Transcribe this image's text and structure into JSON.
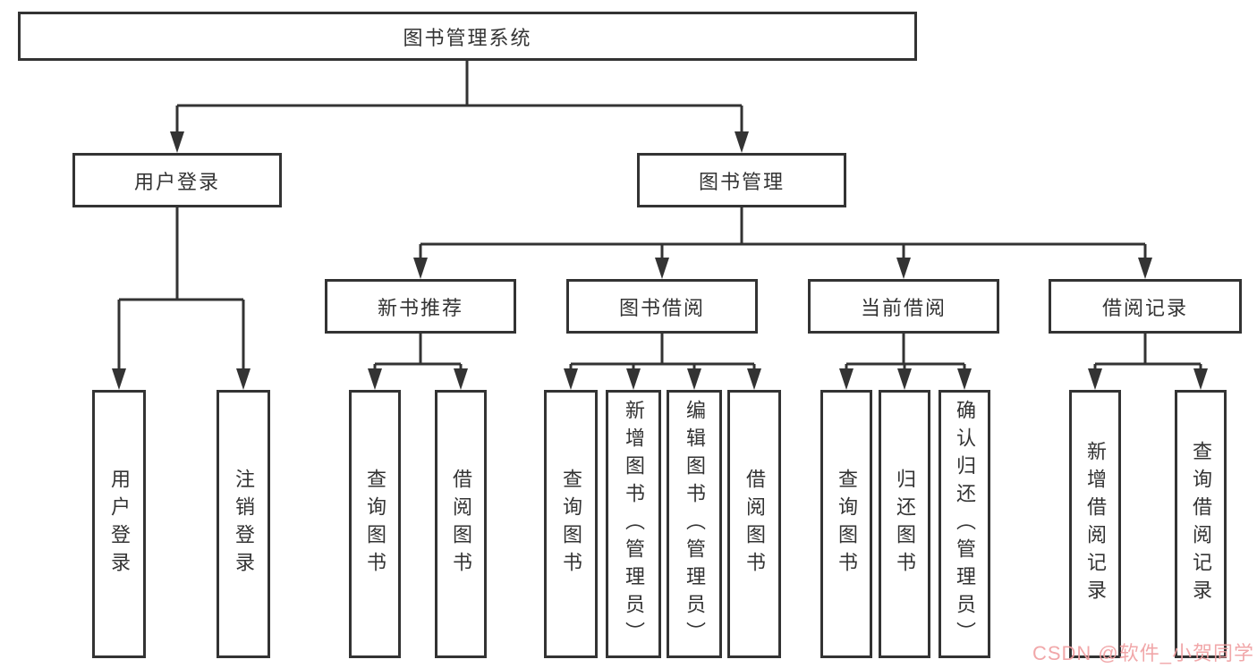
{
  "diagram": {
    "root": {
      "label": "图书管理系统"
    },
    "level2": {
      "user_login": {
        "label": "用户登录"
      },
      "book_mgmt": {
        "label": "图书管理"
      }
    },
    "level3": {
      "new_book_rec": {
        "label": "新书推荐"
      },
      "book_borrow": {
        "label": "图书借阅"
      },
      "current_borrow": {
        "label": "当前借阅"
      },
      "borrow_record": {
        "label": "借阅记录"
      }
    },
    "leaves": {
      "ul_login": {
        "label": "用户登录"
      },
      "ul_logout": {
        "label": "注销登录"
      },
      "nbr_query": {
        "label": "查询图书"
      },
      "nbr_borrow": {
        "label": "借阅图书"
      },
      "bb_query": {
        "label": "查询图书"
      },
      "bb_add": {
        "label": "新增图书（管理员）"
      },
      "bb_edit": {
        "label": "编辑图书（管理员）"
      },
      "bb_borrow": {
        "label": "借阅图书"
      },
      "cb_query": {
        "label": "查询图书"
      },
      "cb_return": {
        "label": "归还图书"
      },
      "cb_confirm": {
        "label": "确认归还（管理员）"
      },
      "br_add": {
        "label": "新增借阅记录"
      },
      "br_query": {
        "label": "查询借阅记录"
      }
    }
  },
  "watermark": {
    "text": "CSDN @软件_小贺同学",
    "color": "#f0a0a2"
  },
  "colors": {
    "line": "#333333",
    "text": "#333333",
    "box_bg": "#ffffff"
  }
}
